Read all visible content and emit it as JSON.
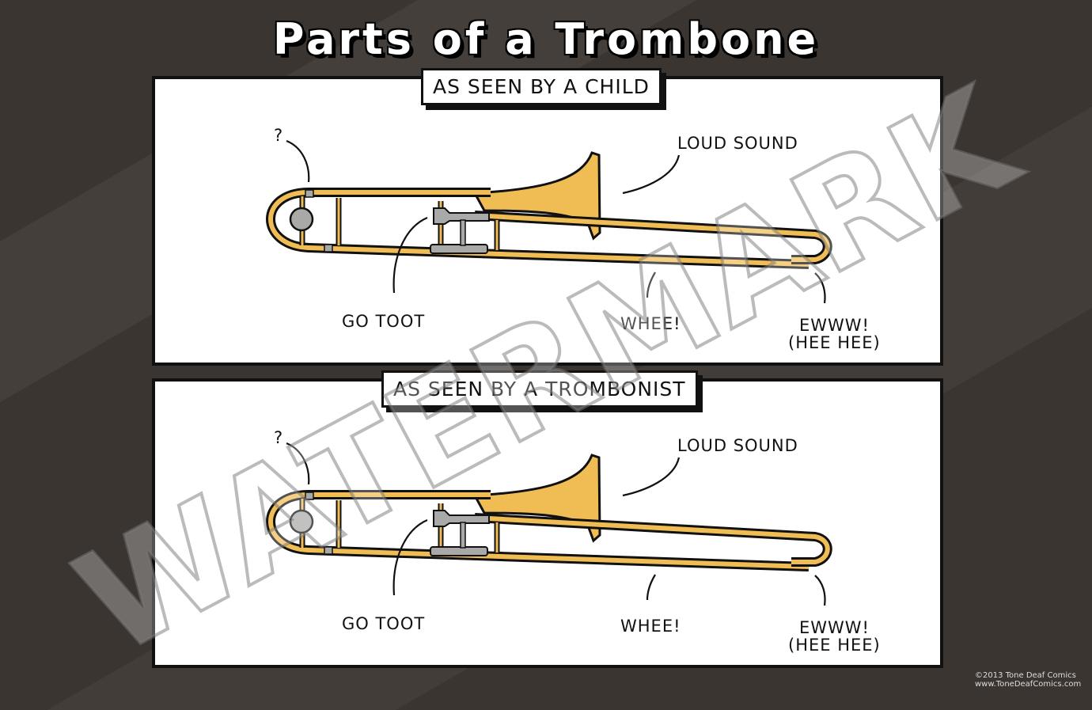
{
  "title": "Parts of a Trombone",
  "panels": [
    {
      "heading": "AS SEEN BY A CHILD",
      "labels": {
        "question": "?",
        "loud_sound": "LOUD SOUND",
        "go_toot": "GO TOOT",
        "whee": "WHEE!",
        "ewww": "EWWW!",
        "hee_hee": "(HEE HEE)"
      }
    },
    {
      "heading": "AS SEEN BY A TROMBONIST",
      "labels": {
        "question": "?",
        "loud_sound": "LOUD SOUND",
        "go_toot": "GO TOOT",
        "whee": "WHEE!",
        "ewww": "EWWW!",
        "hee_hee": "(HEE HEE)"
      }
    }
  ],
  "watermark": "WATERMARK",
  "copyright": {
    "line1": "©2013 Tone Deaf Comics",
    "line2": "www.ToneDeafComics.com"
  },
  "colors": {
    "brass": "#f0bd55",
    "metal": "#a9aaa7",
    "background": "#3b3531"
  }
}
